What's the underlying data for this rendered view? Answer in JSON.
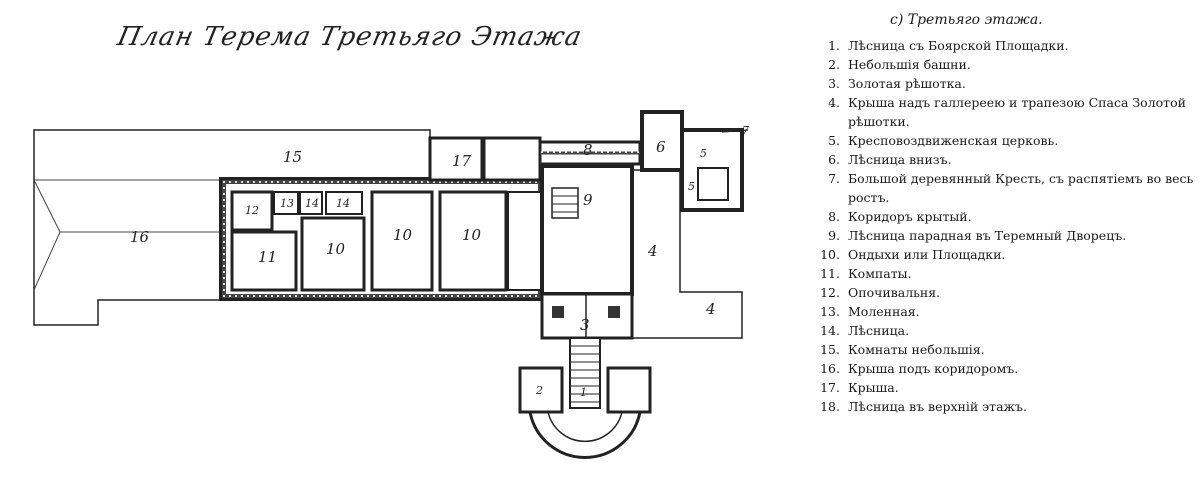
{
  "plan": {
    "title": "План Терема Третьяго Этажа",
    "room_labels": [
      "1",
      "2",
      "3",
      "4",
      "4",
      "5",
      "5",
      "6",
      "7",
      "8",
      "9",
      "10",
      "10",
      "10",
      "11",
      "12",
      "13",
      "14",
      "14",
      "15",
      "16",
      "17"
    ]
  },
  "legend": {
    "heading": "с) Третьяго этажа.",
    "items": [
      {
        "num": "1.",
        "text": "Лѣсница съ Боярской Площадки."
      },
      {
        "num": "2.",
        "text": "Небольшія башни."
      },
      {
        "num": "3.",
        "text": "Золотая рѣшотка."
      },
      {
        "num": "4.",
        "text": "Крыша надъ галлереею и трапезою Спаса Золотой рѣшотки."
      },
      {
        "num": "5.",
        "text": "Кресповоздвиженская церковь."
      },
      {
        "num": "6.",
        "text": "Лѣсница внизъ."
      },
      {
        "num": "7.",
        "text": "Большой деревянный Кресть, съ распятіемъ во весь ростъ."
      },
      {
        "num": "8.",
        "text": "Коридоръ крытый."
      },
      {
        "num": "9.",
        "text": "Лѣсница парадная въ Теремный Дворецъ."
      },
      {
        "num": "10.",
        "text": "Ондыхи или Площадки."
      },
      {
        "num": "11.",
        "text": "Компаты."
      },
      {
        "num": "12.",
        "text": "Опочивальня."
      },
      {
        "num": "13.",
        "text": "Моленная."
      },
      {
        "num": "14.",
        "text": "Лѣсница."
      },
      {
        "num": "15.",
        "text": "Комнаты небольшія."
      },
      {
        "num": "16.",
        "text": "Крыша подъ коридоромъ."
      },
      {
        "num": "17.",
        "text": "Крыша."
      },
      {
        "num": "18.",
        "text": "Лѣсница въ верхній этажъ."
      }
    ]
  }
}
